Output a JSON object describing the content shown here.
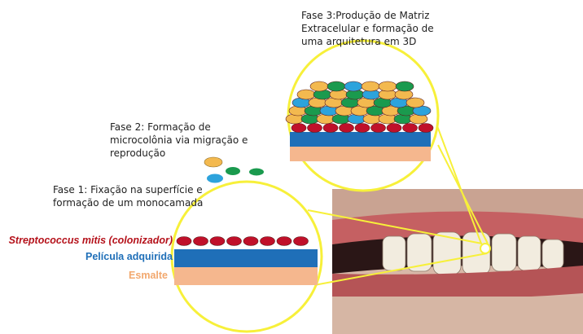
{
  "phases": {
    "phase1": "Fase 1: Fixação na superfície e\nformação de um monocamada",
    "phase2": "Fase 2: Formação de\nmicrocolônia via migração e\nreprodução",
    "phase3": "Fase 3:Produção de  Matriz\nExtracelular e formação de\numa arquitetura em 3D"
  },
  "layers": {
    "streptococcus": "Streptococcus mitis (colonizador)",
    "pelicula": "Película adquirida",
    "esmalte": "Esmalte"
  },
  "colors": {
    "outline_yellow": "#f7f03a",
    "bacteria_red": "#c0102a",
    "pelicula_blue": "#1f6fb8",
    "esmalte_peach": "#f5b78e",
    "cell_orange": "#f3b94f",
    "cell_green": "#1a9a4e",
    "cell_blue": "#2da3dc",
    "label_red": "#b5121b",
    "label_blue": "#1f6fb8",
    "label_peach": "#f2a86e"
  }
}
